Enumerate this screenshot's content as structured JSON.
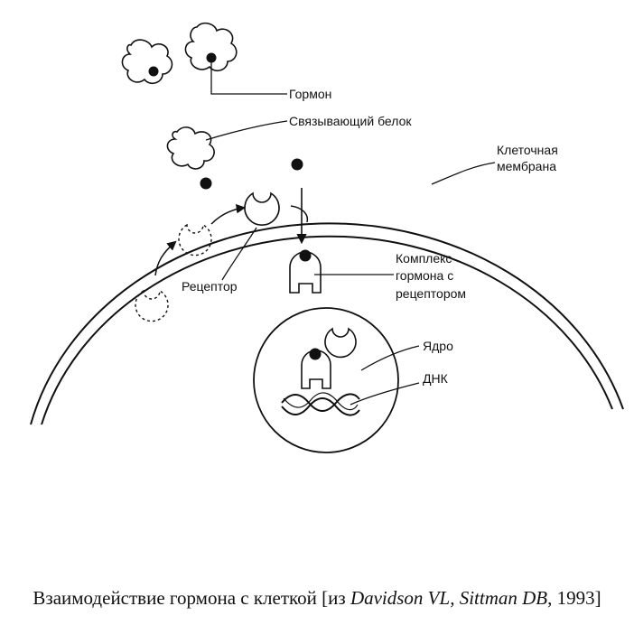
{
  "labels": {
    "hormone": "Гормон",
    "binding_protein": "Связывающий белок",
    "membrane_line1": "Клеточная",
    "membrane_line2": "мембрана",
    "complex_line1": "Комплекс",
    "complex_line2": "гормона с",
    "complex_line3": "рецептором",
    "receptor": "Рецептор",
    "nucleus": "Ядро",
    "dna": "ДНК"
  },
  "caption": {
    "prefix": "Взаимодействие гормона с клеткой [из ",
    "authors": "Davidson VL, Sittman DB",
    "suffix": ", 1993]"
  }
}
